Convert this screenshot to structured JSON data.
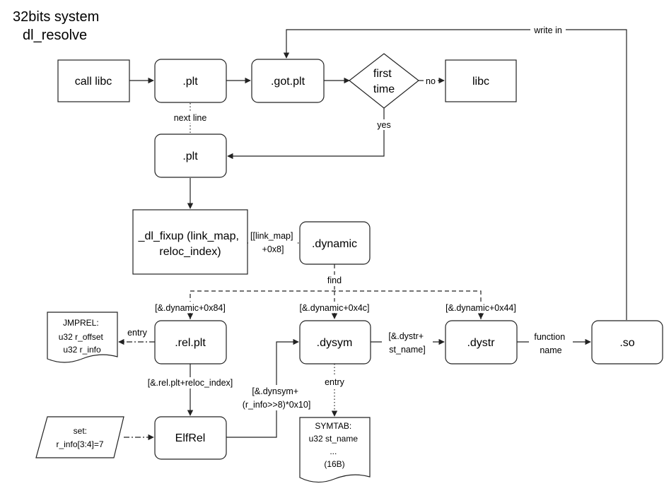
{
  "title": [
    "32bits system",
    "dl_resolve"
  ],
  "nodes": {
    "call_libc": "call libc",
    "plt_top": ".plt",
    "got_plt": ".got.plt",
    "first_time": [
      "first",
      "time"
    ],
    "libc": "libc",
    "plt_second": ".plt",
    "dl_fixup": [
      "_dl_fixup (link_map,",
      "reloc_index)"
    ],
    "dynamic": ".dynamic",
    "rel_plt": ".rel.plt",
    "dysym": ".dysym",
    "dystr": ".dystr",
    "so": ".so",
    "jmprel_doc": [
      "JMPREL:",
      "u32 r_offset",
      "u32 r_info"
    ],
    "set_para": [
      "set:",
      "r_info[3:4]=7"
    ],
    "elfrel": "ElfRel",
    "symtab_doc": [
      "SYMTAB:",
      "u32 st_name",
      "...",
      "(16B)"
    ]
  },
  "edge_labels": {
    "write_in": "write in",
    "no": "no",
    "yes": "yes",
    "next_line": "next line",
    "link_map_offset": [
      "[[link_map]",
      "+0x8]"
    ],
    "find": "find",
    "dyn_84": "[&.dynamic+0x84]",
    "dyn_4c": "[&.dynamic+0x4c]",
    "dyn_44": "[&.dynamic+0x44]",
    "entry_jmprel": "entry",
    "rel_plt_reloc": "[&.rel.plt+reloc_index]",
    "dysym_calc": [
      "[&.dynsym+",
      "(r_info>>8)*0x10]"
    ],
    "dystr_calc": [
      "[&.dystr+",
      "st_name]"
    ],
    "function_name": [
      "function",
      "name"
    ],
    "entry_symtab": "entry"
  }
}
